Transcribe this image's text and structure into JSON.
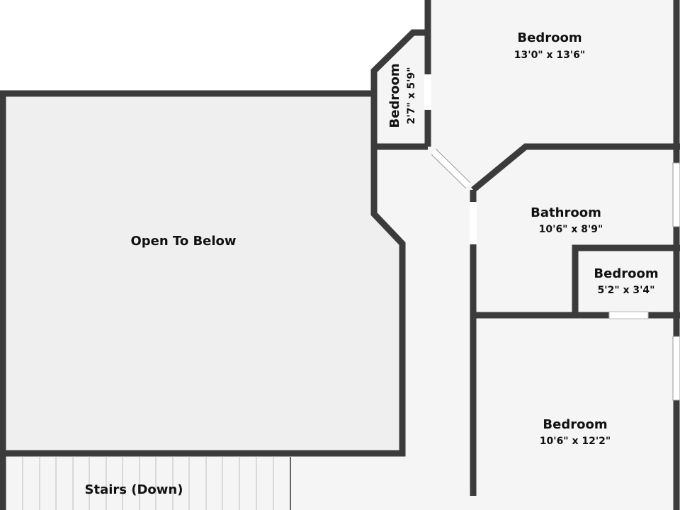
{
  "rooms": {
    "open_to_below": {
      "name": "Open To Below"
    },
    "stairs": {
      "name": "Stairs (Down)"
    },
    "bedroom_small_top": {
      "name": "Bedroom",
      "dims": "2'7\" x 5'9\""
    },
    "bedroom_top_right": {
      "name": "Bedroom",
      "dims": "13'0\" x 13'6\""
    },
    "bathroom": {
      "name": "Bathroom",
      "dims": "10'6\" x 8'9\""
    },
    "bedroom_closet": {
      "name": "Bedroom",
      "dims": "5'2\" x 3'4\""
    },
    "bedroom_bottom_right": {
      "name": "Bedroom",
      "dims": "10'6\" x 12'2\""
    }
  },
  "colors": {
    "wall": "#3b3b3b",
    "room_fill": "#f5f5f5",
    "open_fill": "#efefef",
    "background": "#ffffff"
  }
}
